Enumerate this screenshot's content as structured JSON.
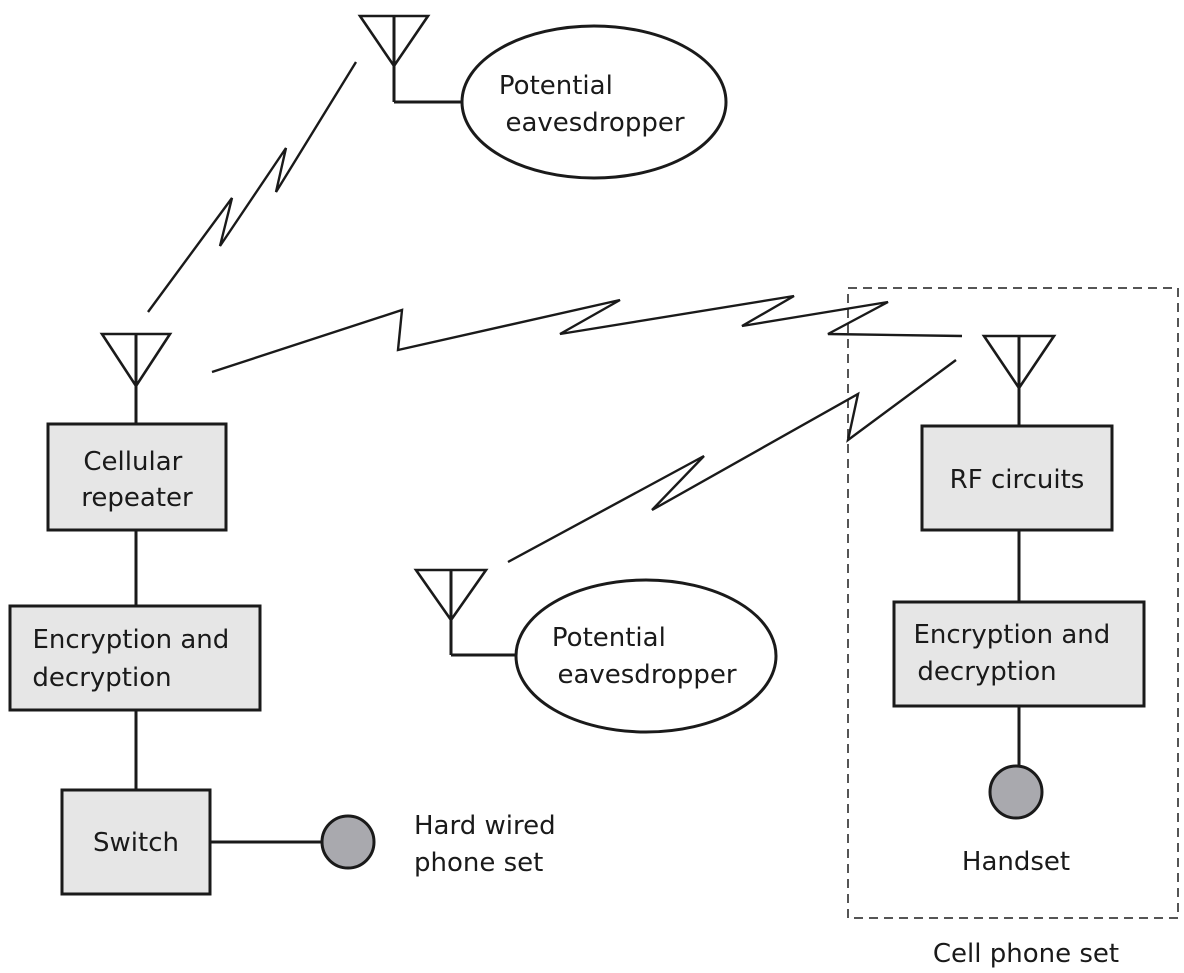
{
  "colors": {
    "box_fill": "#e6e6e6",
    "phone_fill": "#a9a9ae",
    "stroke": "#1a1a1a",
    "dashed_border": "#555555"
  },
  "icons": {
    "antenna": "antenna-icon",
    "phone": "phone-circle-icon",
    "radio_link": "lightning-link-icon"
  },
  "nodes": {
    "cellular_repeater": [
      "Cellular",
      "repeater"
    ],
    "encryption_left": [
      "Encryption and",
      "decryption"
    ],
    "switch": [
      "Switch"
    ],
    "hard_wired_phone": [
      "Hard wired",
      "phone set"
    ],
    "eavesdropper_top": [
      "Potential",
      "eavesdropper"
    ],
    "eavesdropper_mid": [
      "Potential",
      "eavesdropper"
    ],
    "rf_circuits": [
      "RF circuits"
    ],
    "encryption_right": [
      "Encryption and",
      "decryption"
    ],
    "handset": [
      "Handset"
    ],
    "cell_phone_set": [
      "Cell phone set"
    ]
  }
}
